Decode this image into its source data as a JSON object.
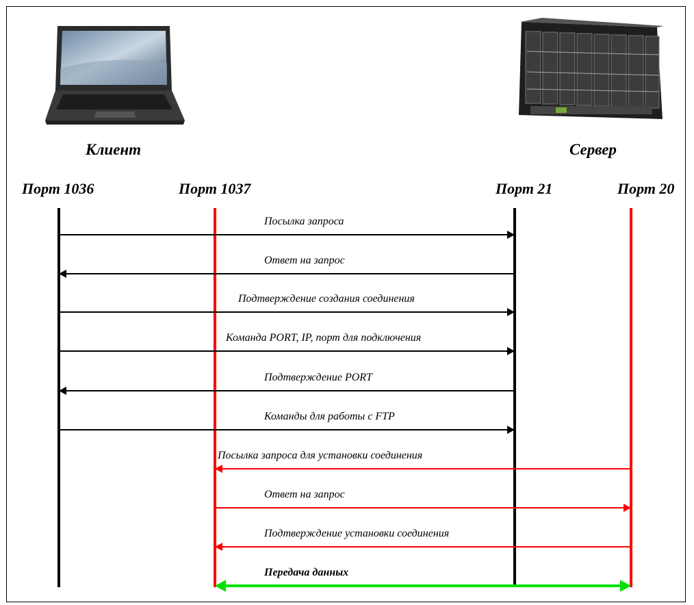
{
  "hosts": {
    "client": {
      "label": "Клиент",
      "icon": "laptop-icon"
    },
    "server": {
      "label": "Сервер",
      "icon": "server-rack-icon"
    }
  },
  "ports": [
    {
      "id": "p1036",
      "label": "Порт 1036",
      "color": "#000000"
    },
    {
      "id": "p1037",
      "label": "Порт 1037",
      "color": "#ff0000"
    },
    {
      "id": "p21",
      "label": "Порт 21",
      "color": "#000000"
    },
    {
      "id": "p20",
      "label": "Порт 20",
      "color": "#ff0000"
    }
  ],
  "messages": [
    {
      "text": "Посылка запроса",
      "from": "p1036",
      "to": "p21",
      "color": "#000000",
      "bold": false
    },
    {
      "text": "Ответ на запрос",
      "from": "p21",
      "to": "p1036",
      "color": "#000000",
      "bold": false
    },
    {
      "text": "Подтверждение создания соединения",
      "from": "p1036",
      "to": "p21",
      "color": "#000000",
      "bold": false
    },
    {
      "text": "Команда PORT, IP, порт для подключения",
      "from": "p1036",
      "to": "p21",
      "color": "#000000",
      "bold": false
    },
    {
      "text": "Подтверждение PORT",
      "from": "p21",
      "to": "p1036",
      "color": "#000000",
      "bold": false
    },
    {
      "text": "Команды для работы с FTP",
      "from": "p1036",
      "to": "p21",
      "color": "#000000",
      "bold": false
    },
    {
      "text": "Посылка запроса для установки соединения",
      "from": "p20",
      "to": "p1037",
      "color": "#ff0000",
      "bold": false
    },
    {
      "text": "Ответ на запрос",
      "from": "p1037",
      "to": "p20",
      "color": "#ff0000",
      "bold": false
    },
    {
      "text": "Подтверждение установки соединения",
      "from": "p20",
      "to": "p1037",
      "color": "#ff0000",
      "bold": false
    },
    {
      "text": "Передача данных",
      "from": "p1037",
      "to": "p20",
      "color": "#00e000",
      "bold": true,
      "bidirectional": true
    }
  ]
}
